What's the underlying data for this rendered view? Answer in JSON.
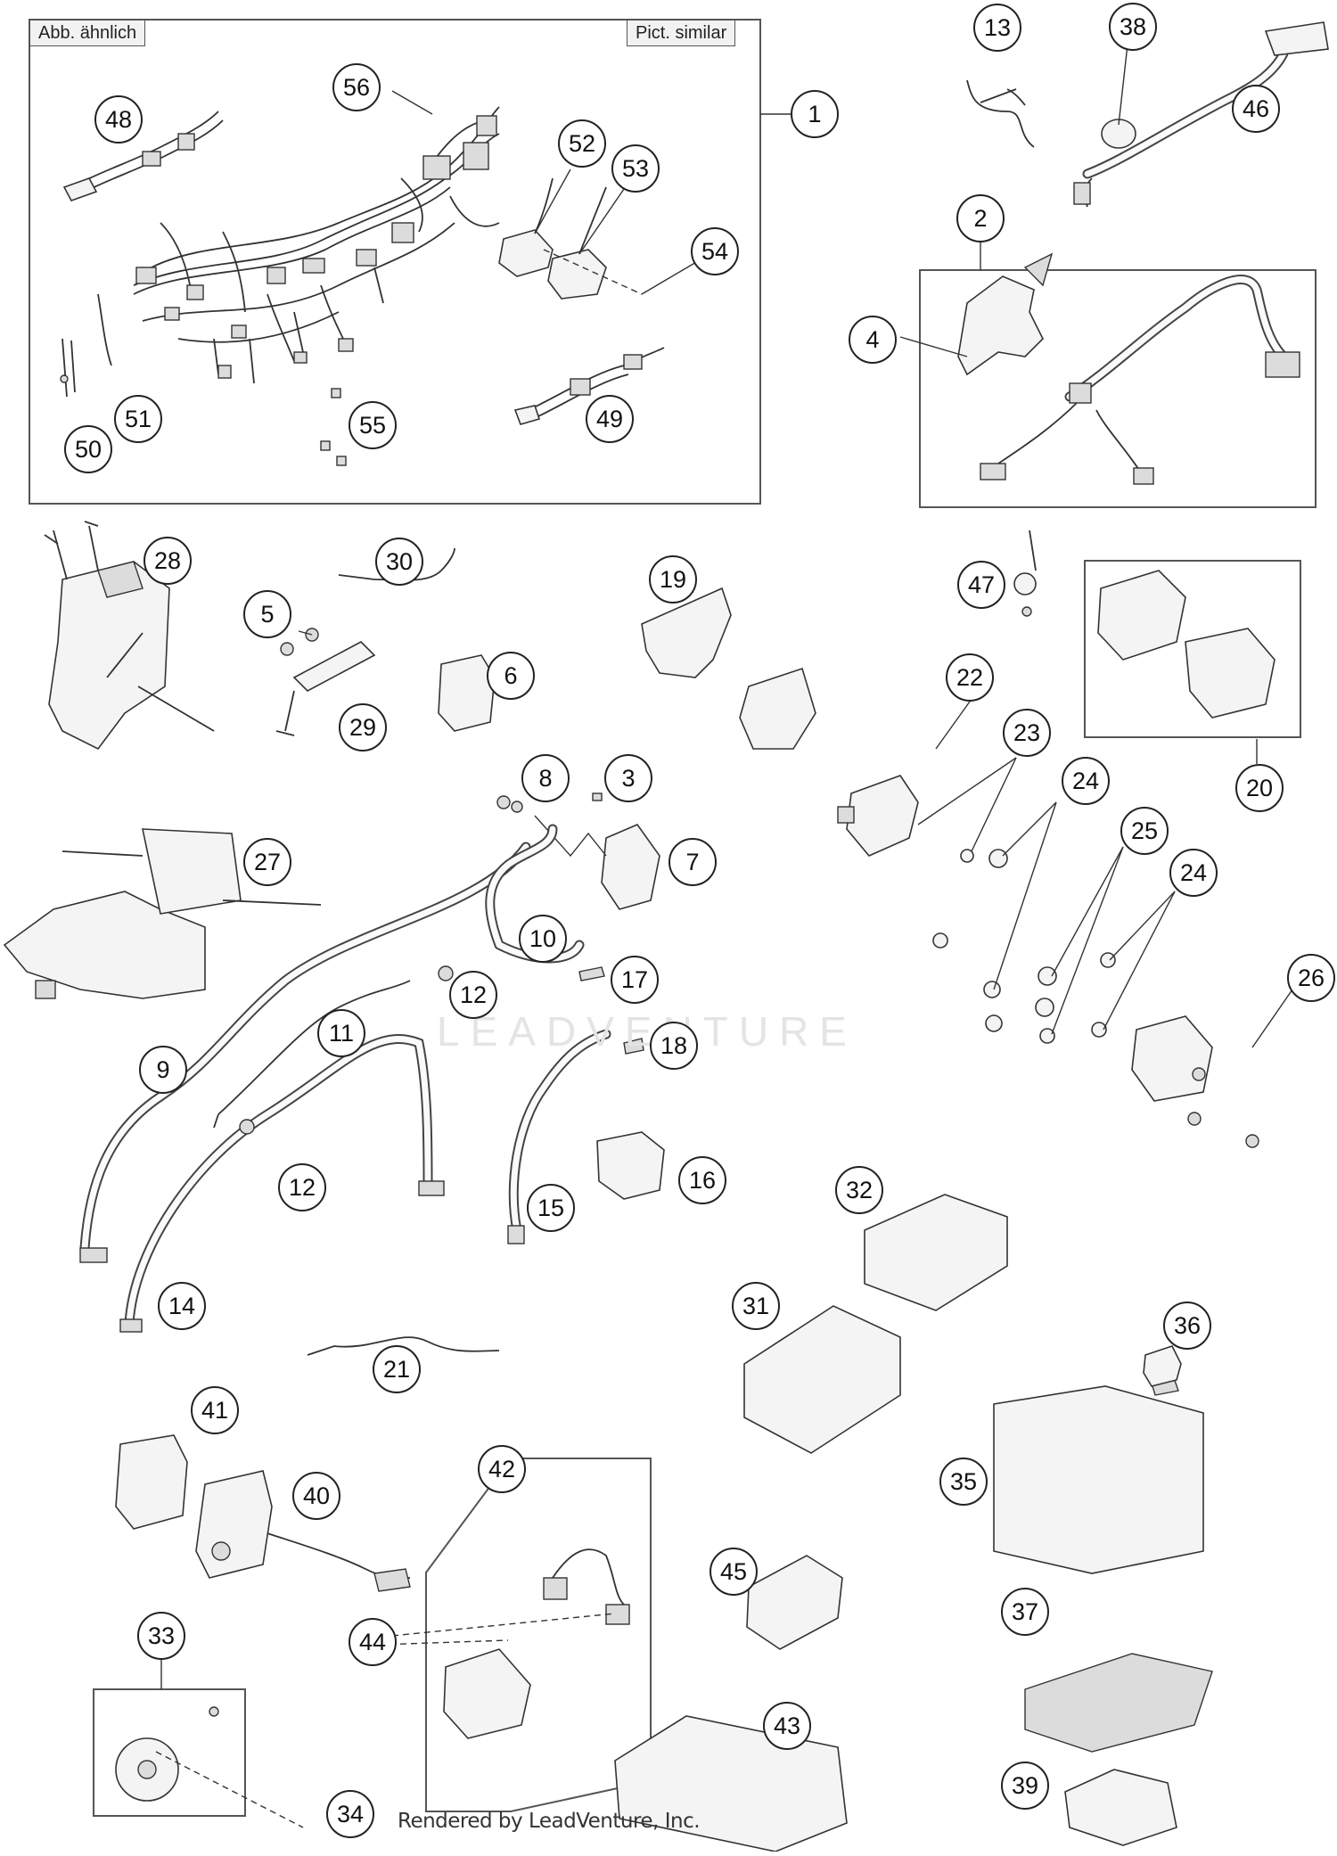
{
  "labels": {
    "abb_aehnlich": "Abb. ähnlich",
    "pict_similar": "Pict. similar",
    "credit": "Rendered by LeadVenture, Inc.",
    "watermark": "LEADVENTURE"
  },
  "callouts": [
    {
      "id": "c1",
      "text": "1"
    },
    {
      "id": "c2",
      "text": "2"
    },
    {
      "id": "c3",
      "text": "3"
    },
    {
      "id": "c4",
      "text": "4"
    },
    {
      "id": "c5",
      "text": "5"
    },
    {
      "id": "c6",
      "text": "6"
    },
    {
      "id": "c7",
      "text": "7"
    },
    {
      "id": "c8",
      "text": "8"
    },
    {
      "id": "c9",
      "text": "9"
    },
    {
      "id": "c10",
      "text": "10"
    },
    {
      "id": "c11",
      "text": "11"
    },
    {
      "id": "c12a",
      "text": "12"
    },
    {
      "id": "c12b",
      "text": "12"
    },
    {
      "id": "c13",
      "text": "13"
    },
    {
      "id": "c14",
      "text": "14"
    },
    {
      "id": "c15",
      "text": "15"
    },
    {
      "id": "c16",
      "text": "16"
    },
    {
      "id": "c17",
      "text": "17"
    },
    {
      "id": "c18",
      "text": "18"
    },
    {
      "id": "c19",
      "text": "19"
    },
    {
      "id": "c20",
      "text": "20"
    },
    {
      "id": "c21",
      "text": "21"
    },
    {
      "id": "c22",
      "text": "22"
    },
    {
      "id": "c23",
      "text": "23"
    },
    {
      "id": "c24a",
      "text": "24"
    },
    {
      "id": "c24b",
      "text": "24"
    },
    {
      "id": "c25",
      "text": "25"
    },
    {
      "id": "c26",
      "text": "26"
    },
    {
      "id": "c27",
      "text": "27"
    },
    {
      "id": "c28",
      "text": "28"
    },
    {
      "id": "c29",
      "text": "29"
    },
    {
      "id": "c30",
      "text": "30"
    },
    {
      "id": "c31",
      "text": "31"
    },
    {
      "id": "c32",
      "text": "32"
    },
    {
      "id": "c33",
      "text": "33"
    },
    {
      "id": "c34",
      "text": "34"
    },
    {
      "id": "c35",
      "text": "35"
    },
    {
      "id": "c36",
      "text": "36"
    },
    {
      "id": "c37",
      "text": "37"
    },
    {
      "id": "c38",
      "text": "38"
    },
    {
      "id": "c39",
      "text": "39"
    },
    {
      "id": "c40",
      "text": "40"
    },
    {
      "id": "c41",
      "text": "41"
    },
    {
      "id": "c42",
      "text": "42"
    },
    {
      "id": "c43",
      "text": "43"
    },
    {
      "id": "c44",
      "text": "44"
    },
    {
      "id": "c45",
      "text": "45"
    },
    {
      "id": "c46",
      "text": "46"
    },
    {
      "id": "c47",
      "text": "47"
    },
    {
      "id": "c48",
      "text": "48"
    },
    {
      "id": "c49",
      "text": "49"
    },
    {
      "id": "c50",
      "text": "50"
    },
    {
      "id": "c51",
      "text": "51"
    },
    {
      "id": "c52",
      "text": "52"
    },
    {
      "id": "c53",
      "text": "53"
    },
    {
      "id": "c54",
      "text": "54"
    },
    {
      "id": "c55",
      "text": "55"
    },
    {
      "id": "c56",
      "text": "56"
    }
  ]
}
